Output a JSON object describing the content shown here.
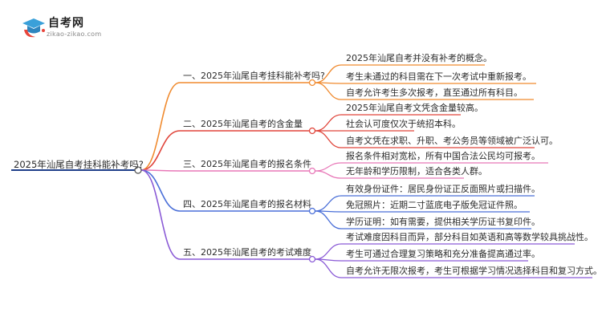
{
  "brand": {
    "name": "自考网",
    "url": "zikao-zikao.com",
    "logo_icon": "graduation-cap-icon",
    "logo_colors": [
      "#3aa0d9",
      "#e8463c"
    ]
  },
  "mindmap": {
    "root": "2025年汕尾自考挂科能补考吗?",
    "branches": [
      {
        "label": "一、2025年汕尾自考挂科能补考吗?",
        "color": "#f08a2e",
        "leaves": [
          "2025年汕尾自考并没有补考的概念。",
          "考生未通过的科目需在下一次考试中重新报考。",
          "自考允许考生多次报考，直至通过所有科目。"
        ]
      },
      {
        "label": "二、2025年汕尾自考的含金量",
        "color": "#e0443a",
        "leaves": [
          "2025年汕尾自考文凭含金量较高。",
          "社会认可度仅次于统招本科。",
          "自考文凭在求职、升职、考公务员等领域被广泛认可。"
        ]
      },
      {
        "label": "三、2025年汕尾自考的报名条件",
        "color": "#e878b8",
        "leaves": [
          "报名条件相对宽松，所有中国合法公民均可报考。",
          "无年龄和学历限制，适合各类人群。"
        ]
      },
      {
        "label": "四、2025年汕尾自考的报名材料",
        "color": "#4a6fd8",
        "leaves": [
          "有效身份证件：居民身份证正反面照片或扫描件。",
          "免冠照片：近期二寸蓝底电子版免冠证件照。",
          "学历证明：如有需要，提供相关学历证书复印件。"
        ]
      },
      {
        "label": "五、2025年汕尾自考的考试难度",
        "color": "#8a5ad6",
        "leaves": [
          "考试难度因科目而异，部分科目如英语和高等数学较具挑战性。",
          "考生可通过合理复习策略和充分准备提高通过率。",
          "自考允许无限次报考，考生可根据学习情况选择科目和复习方式。"
        ]
      }
    ]
  }
}
